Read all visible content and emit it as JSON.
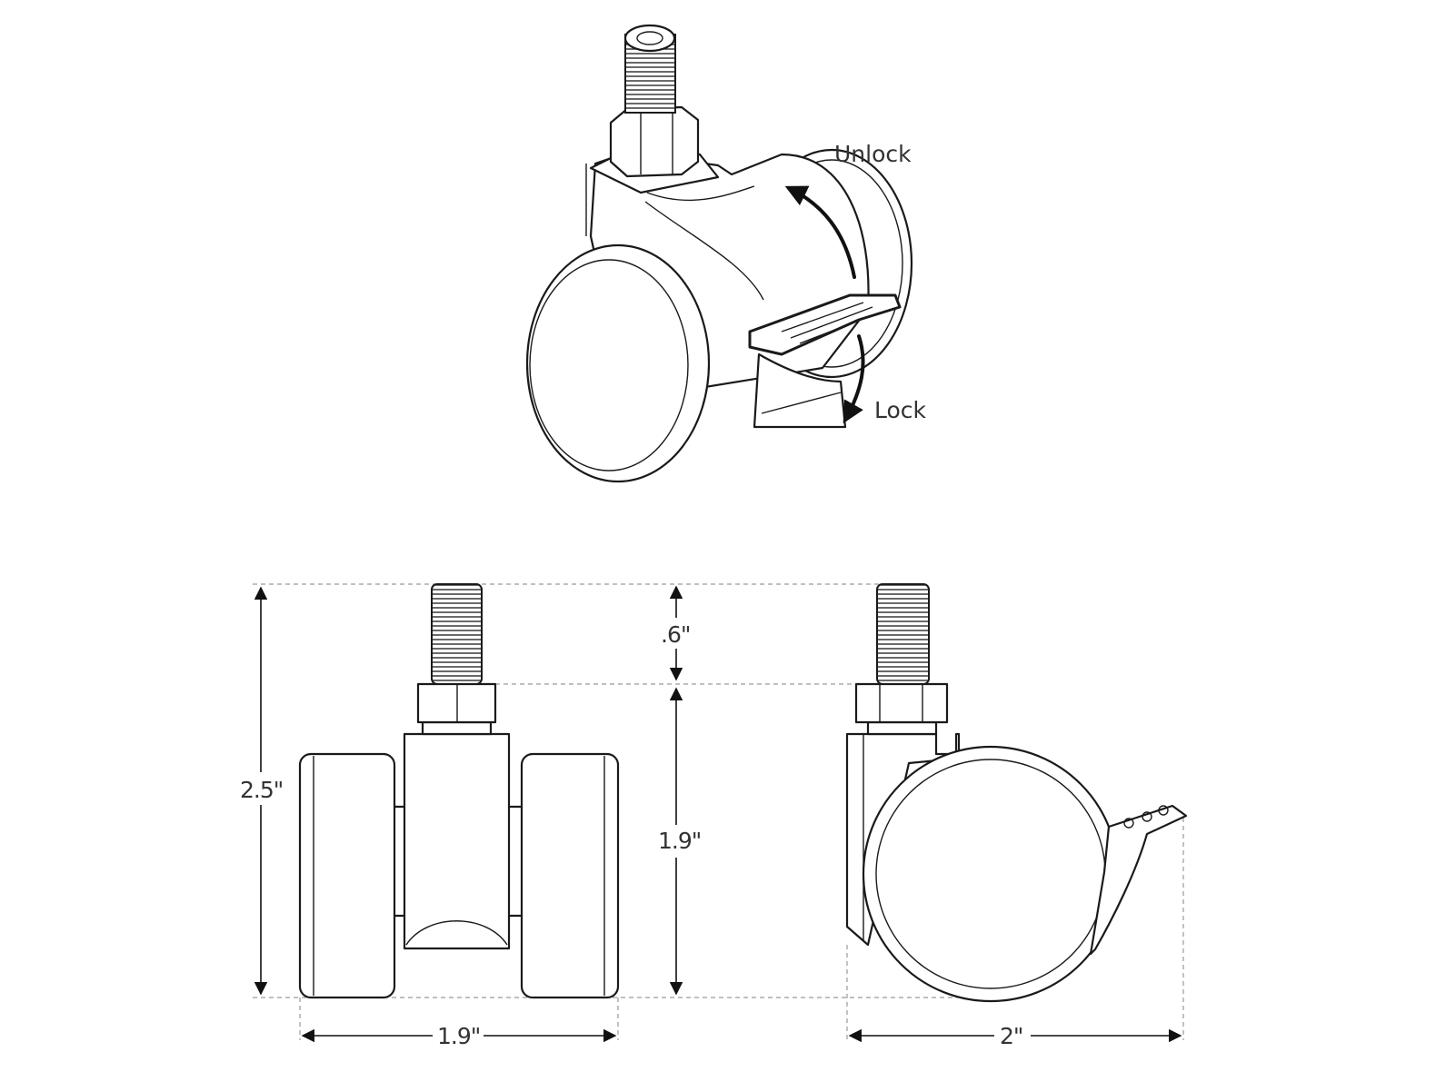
{
  "labels": {
    "unlock": "Unlock",
    "lock": "Lock"
  },
  "dimensions": {
    "total_height": "2.5\"",
    "stem_height": ".6\"",
    "body_height": "1.9\"",
    "front_width": "1.9\"",
    "side_width": "2\""
  },
  "colors": {
    "line": "#1a1a1a",
    "dimension_guide": "#9a9a9a",
    "text": "#333333"
  }
}
